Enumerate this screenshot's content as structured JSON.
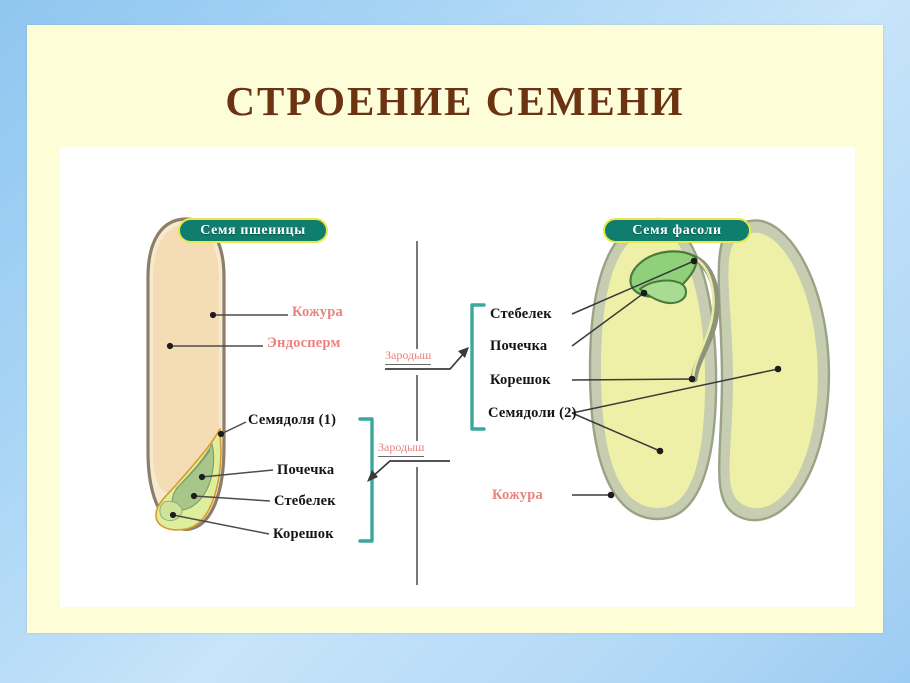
{
  "slide": {
    "title": "СТРОЕНИЕ СЕМЕНИ",
    "background_outer": "#a9d5f5",
    "background_card": "#fdfdd8",
    "panel_color": "#ffffff",
    "title_color": "#6b3310"
  },
  "badges": {
    "wheat": "Семя пшеницы",
    "bean": "Семя фасоли",
    "fill_color": "#0f7e6e",
    "border_color": "#e8e84a",
    "text_color": "#ffffff"
  },
  "wheat_seed": {
    "labels": {
      "kozhura": "Кожура",
      "endosperm": "Эндосперм",
      "semyadolya": "Семядоля (1)",
      "pochechka": "Почечка",
      "stebelek": "Стебелек",
      "koreshok": "Корешок"
    },
    "colors": {
      "endosperm_fill": "#f4dcb4",
      "coat_stroke": "#8c7f6a",
      "embryo_fill": "#dfee9c",
      "embryo_inner": "#a8c68a",
      "embryo_edge": "#d99a2a"
    }
  },
  "bean_seed": {
    "labels": {
      "stebelek": "Стебелек",
      "pochechka": "Почечка",
      "koreshok": "Корешок",
      "semyadoli": "Семядоли (2)",
      "kozhura": "Кожура"
    },
    "colors": {
      "cotyledon_fill": "#eff0a8",
      "coat_fill": "#c6cdb0",
      "coat_stroke": "#9aa287",
      "embryo_fill": "#8fd17a",
      "embryo_stroke": "#4a7a3a"
    }
  },
  "embryo_connector": {
    "label_top": "Зародыш",
    "label_bottom": "Зародыш",
    "text_color": "#e8837f",
    "underline_color": "#6a6a6a"
  },
  "brackets": {
    "color": "#3aa89a",
    "wheat_side": "right",
    "bean_side": "left"
  },
  "divider": {
    "color": "#555555",
    "orientation": "vertical"
  },
  "label_colors": {
    "red": "#e8837f",
    "black": "#141414"
  }
}
